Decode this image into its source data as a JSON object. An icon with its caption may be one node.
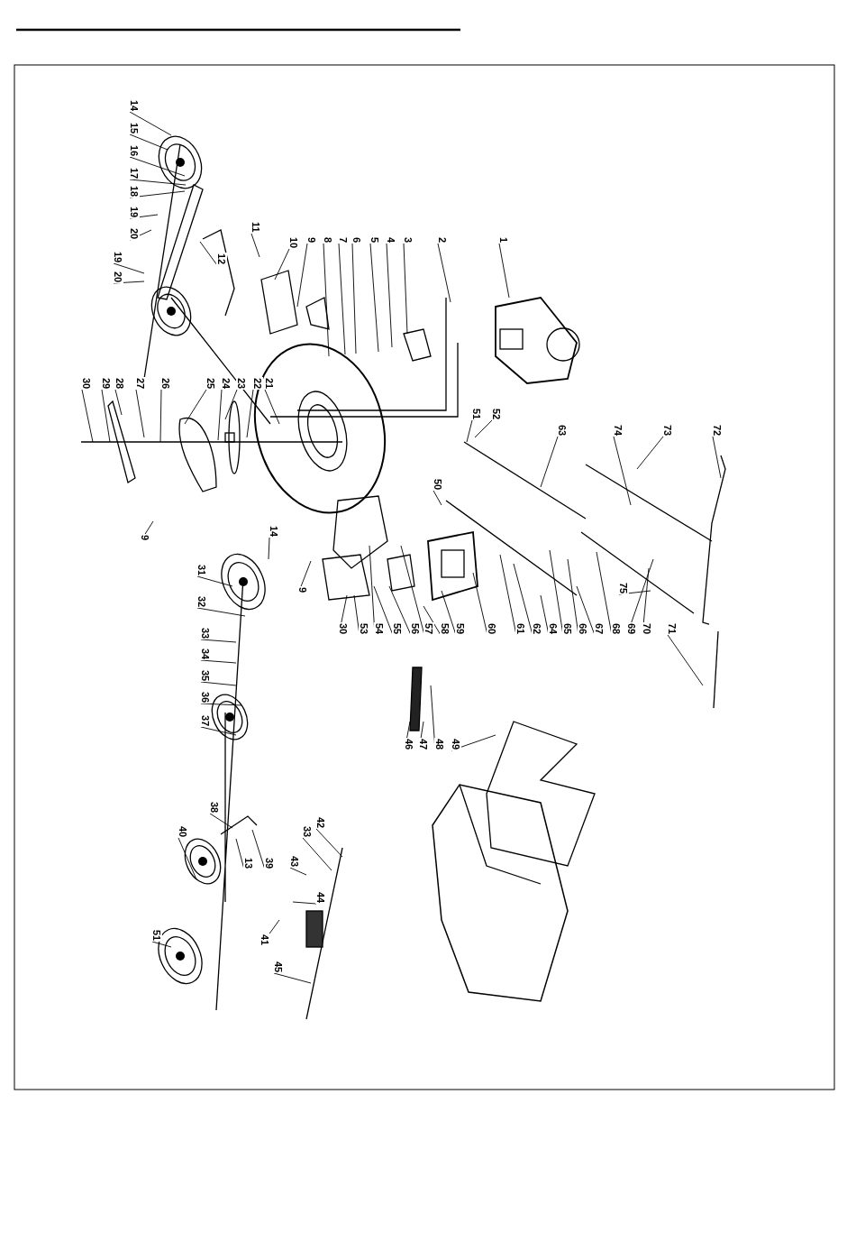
{
  "diagram": {
    "nodes": [
      {
        "text": [
          "14"
        ]
      },
      {
        "text": [
          "15"
        ]
      },
      {
        "text": [
          "16"
        ]
      },
      {
        "text": [
          "17"
        ]
      },
      {
        "text": [
          "18"
        ]
      },
      {
        "text": [
          "19"
        ]
      },
      {
        "text": [
          "20"
        ]
      },
      {
        "text": [
          "19"
        ]
      },
      {
        "text": [
          "20"
        ]
      },
      {
        "text": [
          "12"
        ]
      },
      {
        "text": [
          "11"
        ]
      },
      {
        "text": [
          "10"
        ]
      },
      {
        "text": [
          "9"
        ]
      },
      {
        "text": [
          "8"
        ]
      },
      {
        "text": [
          "7"
        ]
      },
      {
        "text": [
          "6"
        ]
      },
      {
        "text": [
          "5"
        ]
      },
      {
        "text": [
          "4"
        ]
      },
      {
        "text": [
          "3"
        ]
      },
      {
        "text": [
          "2"
        ]
      },
      {
        "text": [
          "1"
        ]
      },
      {
        "text": [
          "30"
        ]
      },
      {
        "text": [
          "29"
        ]
      },
      {
        "text": [
          "28"
        ]
      },
      {
        "text": [
          "27"
        ]
      },
      {
        "text": [
          "26"
        ]
      },
      {
        "text": [
          "25"
        ]
      },
      {
        "text": [
          "24"
        ]
      },
      {
        "text": [
          "23"
        ]
      },
      {
        "text": [
          "22"
        ]
      },
      {
        "text": [
          "21"
        ]
      },
      {
        "text": [
          "51"
        ]
      },
      {
        "text": [
          "52"
        ]
      },
      {
        "text": [
          "63"
        ]
      },
      {
        "text": [
          "74"
        ]
      },
      {
        "text": [
          "73"
        ]
      },
      {
        "text": [
          "72"
        ]
      },
      {
        "text": [
          "50"
        ]
      },
      {
        "text": [
          "9"
        ]
      },
      {
        "text": [
          "14"
        ]
      },
      {
        "text": [
          "31"
        ]
      },
      {
        "text": [
          "32"
        ]
      },
      {
        "text": [
          "33"
        ]
      },
      {
        "text": [
          "34"
        ]
      },
      {
        "text": [
          "35"
        ]
      },
      {
        "text": [
          "36"
        ]
      },
      {
        "text": [
          "37"
        ]
      },
      {
        "text": [
          "9"
        ]
      },
      {
        "text": [
          "30"
        ]
      },
      {
        "text": [
          "53"
        ]
      },
      {
        "text": [
          "54"
        ]
      },
      {
        "text": [
          "55"
        ]
      },
      {
        "text": [
          "56"
        ]
      },
      {
        "text": [
          "57"
        ]
      },
      {
        "text": [
          "58"
        ]
      },
      {
        "text": [
          "59"
        ]
      },
      {
        "text": [
          "60"
        ]
      },
      {
        "text": [
          "61"
        ]
      },
      {
        "text": [
          "62"
        ]
      },
      {
        "text": [
          "64"
        ]
      },
      {
        "text": [
          "65"
        ]
      },
      {
        "text": [
          "66"
        ]
      },
      {
        "text": [
          "67"
        ]
      },
      {
        "text": [
          "68"
        ]
      },
      {
        "text": [
          "69"
        ]
      },
      {
        "text": [
          "70"
        ]
      },
      {
        "text": [
          "71"
        ]
      },
      {
        "text": [
          "75"
        ]
      },
      {
        "text": [
          "46"
        ]
      },
      {
        "text": [
          "47"
        ]
      },
      {
        "text": [
          "48"
        ]
      },
      {
        "text": [
          "49"
        ]
      },
      {
        "text": [
          "38"
        ]
      },
      {
        "text": [
          "40"
        ]
      },
      {
        "text": [
          "13"
        ]
      },
      {
        "text": [
          "39"
        ]
      },
      {
        "text": [
          "42"
        ]
      },
      {
        "text": [
          "33"
        ]
      },
      {
        "text": [
          "43"
        ]
      },
      {
        "text": [
          "44"
        ]
      },
      {
        "text": [
          "41"
        ]
      },
      {
        "text": [
          "51"
        ]
      },
      {
        "text": [
          "45"
        ]
      }
    ],
    "edges": [
      {
        "from": 0,
        "to": null,
        "arrow": "none"
      },
      {
        "from": 1,
        "to": null,
        "arrow": "none"
      },
      {
        "from": 2,
        "to": null,
        "arrow": "none"
      },
      {
        "from": 3,
        "to": null,
        "arrow": "none"
      },
      {
        "from": 4,
        "to": null,
        "arrow": "none"
      },
      {
        "from": 5,
        "to": null,
        "arrow": "none"
      },
      {
        "from": 6,
        "to": null,
        "arrow": "none"
      },
      {
        "from": 7,
        "to": null,
        "arrow": "none"
      },
      {
        "from": 8,
        "to": null,
        "arrow": "none"
      },
      {
        "from": 9,
        "to": null,
        "arrow": "none"
      },
      {
        "from": 10,
        "to": null,
        "arrow": "none"
      },
      {
        "from": 11,
        "to": null,
        "arrow": "none"
      },
      {
        "from": 12,
        "to": null,
        "arrow": "none"
      },
      {
        "from": 13,
        "to": null,
        "arrow": "none"
      },
      {
        "from": 14,
        "to": null,
        "arrow": "none"
      },
      {
        "from": 15,
        "to": null,
        "arrow": "none"
      },
      {
        "from": 16,
        "to": null,
        "arrow": "none"
      },
      {
        "from": 17,
        "to": null,
        "arrow": "none"
      },
      {
        "from": 18,
        "to": null,
        "arrow": "none"
      },
      {
        "from": 19,
        "to": null,
        "arrow": "none"
      },
      {
        "from": 20,
        "to": null,
        "arrow": "none"
      },
      {
        "from": 21,
        "to": null,
        "arrow": "none"
      },
      {
        "from": 22,
        "to": null,
        "arrow": "none"
      },
      {
        "from": 23,
        "to": null,
        "arrow": "none"
      },
      {
        "from": 24,
        "to": null,
        "arrow": "none"
      },
      {
        "from": 25,
        "to": null,
        "arrow": "none"
      },
      {
        "from": 26,
        "to": null,
        "arrow": "none"
      },
      {
        "from": 27,
        "to": null,
        "arrow": "none"
      },
      {
        "from": 28,
        "to": null,
        "arrow": "none"
      },
      {
        "from": 29,
        "to": null,
        "arrow": "none"
      },
      {
        "from": 30,
        "to": null,
        "arrow": "none"
      },
      {
        "from": 31,
        "to": null,
        "arrow": "none"
      },
      {
        "from": 32,
        "to": null,
        "arrow": "none"
      },
      {
        "from": 33,
        "to": null,
        "arrow": "none"
      },
      {
        "from": 34,
        "to": null,
        "arrow": "none"
      },
      {
        "from": 35,
        "to": null,
        "arrow": "none"
      },
      {
        "from": 36,
        "to": null,
        "arrow": "none"
      },
      {
        "from": 37,
        "to": null,
        "arrow": "none"
      },
      {
        "from": 38,
        "to": null,
        "arrow": "none"
      },
      {
        "from": 39,
        "to": null,
        "arrow": "none"
      },
      {
        "from": 40,
        "to": null,
        "arrow": "none"
      },
      {
        "from": 41,
        "to": null,
        "arrow": "none"
      },
      {
        "from": 42,
        "to": null,
        "arrow": "none"
      },
      {
        "from": 43,
        "to": null,
        "arrow": "none"
      },
      {
        "from": 44,
        "to": null,
        "arrow": "none"
      },
      {
        "from": 45,
        "to": null,
        "arrow": "none"
      },
      {
        "from": 46,
        "to": null,
        "arrow": "none"
      },
      {
        "from": 47,
        "to": null,
        "arrow": "none"
      },
      {
        "from": 48,
        "to": null,
        "arrow": "none"
      },
      {
        "from": 49,
        "to": null,
        "arrow": "none"
      },
      {
        "from": 50,
        "to": null,
        "arrow": "none"
      },
      {
        "from": 51,
        "to": null,
        "arrow": "none"
      },
      {
        "from": 52,
        "to": null,
        "arrow": "none"
      },
      {
        "from": 53,
        "to": null,
        "arrow": "none"
      },
      {
        "from": 54,
        "to": null,
        "arrow": "none"
      },
      {
        "from": 55,
        "to": null,
        "arrow": "none"
      },
      {
        "from": 56,
        "to": null,
        "arrow": "none"
      },
      {
        "from": 57,
        "to": null,
        "arrow": "none"
      },
      {
        "from": 58,
        "to": null,
        "arrow": "none"
      },
      {
        "from": 59,
        "to": null,
        "arrow": "none"
      },
      {
        "from": 60,
        "to": null,
        "arrow": "none"
      },
      {
        "from": 61,
        "to": null,
        "arrow": "none"
      },
      {
        "from": 62,
        "to": null,
        "arrow": "none"
      },
      {
        "from": 63,
        "to": null,
        "arrow": "none"
      },
      {
        "from": 64,
        "to": null,
        "arrow": "none"
      },
      {
        "from": 65,
        "to": null,
        "arrow": "none"
      },
      {
        "from": 66,
        "to": null,
        "arrow": "none"
      },
      {
        "from": 67,
        "to": null,
        "arrow": "none"
      },
      {
        "from": 68,
        "to": null,
        "arrow": "none"
      },
      {
        "from": 69,
        "to": null,
        "arrow": "none"
      },
      {
        "from": 70,
        "to": null,
        "arrow": "none"
      },
      {
        "from": 71,
        "to": null,
        "arrow": "none"
      },
      {
        "from": 72,
        "to": null,
        "arrow": "none"
      },
      {
        "from": 73,
        "to": null,
        "arrow": "none"
      },
      {
        "from": 74,
        "to": null,
        "arrow": "none"
      },
      {
        "from": 75,
        "to": null,
        "arrow": "none"
      },
      {
        "from": 76,
        "to": null,
        "arrow": "none"
      },
      {
        "from": 77,
        "to": null,
        "arrow": "none"
      },
      {
        "from": 78,
        "to": null,
        "arrow": "none"
      },
      {
        "from": 79,
        "to": null,
        "arrow": "none"
      },
      {
        "from": 80,
        "to": null,
        "arrow": "none"
      },
      {
        "from": 81,
        "to": null,
        "arrow": "none"
      },
      {
        "from": 82,
        "to": null,
        "arrow": "none"
      }
    ]
  }
}
